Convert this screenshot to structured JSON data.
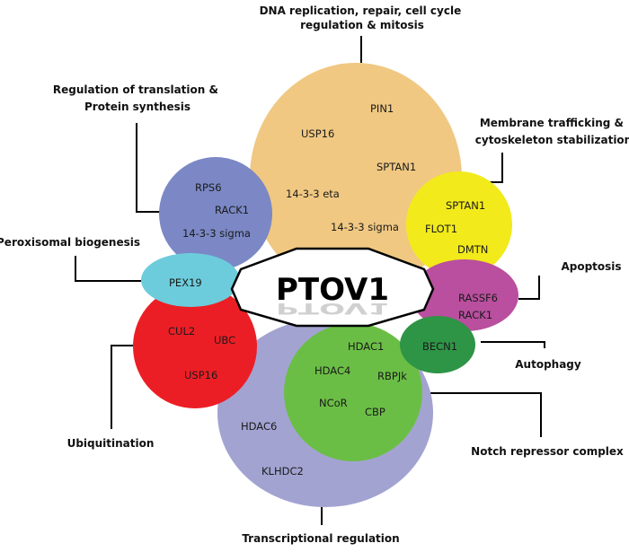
{
  "center": {
    "label": "PTOV1"
  },
  "groups": [
    {
      "id": "dna",
      "category": "DNA replication, repair, cell cycle regulation & mitosis",
      "category_lines": [
        "DNA replication, repair, cell cycle",
        "regulation & mitosis"
      ],
      "color": "#F0C882",
      "proteins": [
        "PIN1",
        "USP16",
        "SPTAN1",
        "14-3-3 eta",
        "14-3-3 sigma"
      ]
    },
    {
      "id": "translation",
      "category": "Regulation of translation & Protein synthesis",
      "category_lines": [
        "Regulation of translation &",
        "Protein synthesis"
      ],
      "color": "#7B88C5",
      "proteins": [
        "RPS6",
        "RACK1",
        "14-3-3 sigma"
      ]
    },
    {
      "id": "membrane",
      "category": "Membrane trafficking & cytoskeleton stabilization",
      "category_lines": [
        "Membrane trafficking &",
        "cytoskeleton stabilization"
      ],
      "color": "#F2EA1A",
      "proteins": [
        "SPTAN1",
        "FLOT1",
        "DMTN"
      ]
    },
    {
      "id": "peroxisomal",
      "category": "Peroxisomal biogenesis",
      "category_lines": [
        "Peroxisomal biogenesis"
      ],
      "color": "#6CCCDB",
      "proteins": [
        "PEX19"
      ]
    },
    {
      "id": "apoptosis",
      "category": "Apoptosis",
      "category_lines": [
        "Apoptosis"
      ],
      "color": "#B94F9E",
      "proteins": [
        "RASSF6",
        "RACK1"
      ]
    },
    {
      "id": "autophagy",
      "category": "Autophagy",
      "category_lines": [
        "Autophagy"
      ],
      "color": "#2E9446",
      "proteins": [
        "BECN1"
      ]
    },
    {
      "id": "ubiquitination",
      "category": "Ubiquitination",
      "category_lines": [
        "Ubiquitination"
      ],
      "color": "#EC1E25",
      "proteins": [
        "CUL2",
        "UBC",
        "USP16"
      ]
    },
    {
      "id": "transcription",
      "category": "Transcriptional regulation",
      "category_lines": [
        "Transcriptional regulation"
      ],
      "color": "#A3A3D2",
      "proteins": [
        "HDAC6",
        "KLHDC2"
      ]
    },
    {
      "id": "notch",
      "category": "Notch repressor complex",
      "category_lines": [
        "Notch repressor complex"
      ],
      "color": "#6BBE45",
      "proteins": [
        "HDAC1",
        "HDAC4",
        "RBPJk",
        "NCoR",
        "CBP"
      ]
    }
  ]
}
